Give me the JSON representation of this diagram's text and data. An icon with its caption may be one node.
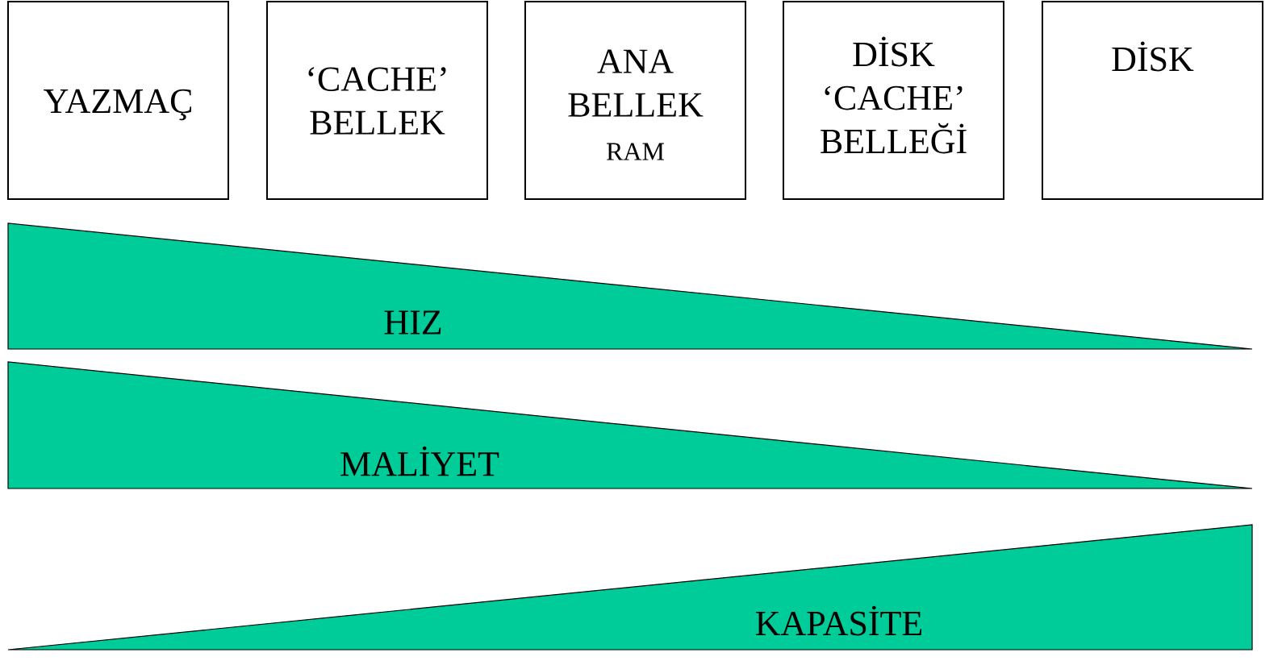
{
  "diagram": {
    "nodes": [
      {
        "text": [
          "YAZMAÇ"
        ]
      },
      {
        "text": [
          "‘CACHE’ BELLEK"
        ]
      },
      {
        "text": [
          "ANA BELLEK",
          "RAM"
        ]
      },
      {
        "text": [
          "DİSK ‘CACHE’ BELLEĞİ"
        ]
      },
      {
        "text": [
          "DİSK"
        ]
      },
      {
        "text": [
          "HIZ"
        ]
      },
      {
        "text": [
          "MALİYET"
        ]
      },
      {
        "text": [
          "KAPASİTE"
        ]
      }
    ]
  }
}
